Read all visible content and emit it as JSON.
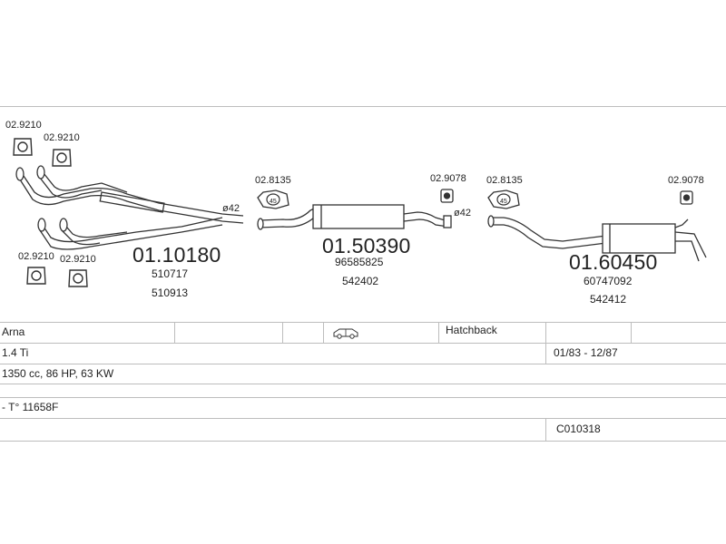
{
  "diagram": {
    "clamp_labels": {
      "c1": "02.9210",
      "c2": "02.9210",
      "c3": "02.9210",
      "c4": "02.9210",
      "c5": "02.8135",
      "c6": "02.9078",
      "c7": "02.8135",
      "c8": "02.9078"
    },
    "diameter_labels": {
      "d1": "ø42",
      "d2": "ø42"
    },
    "gasket_number": "45",
    "parts": {
      "front": {
        "number": "01.10180",
        "refs": [
          "510717",
          "510913"
        ]
      },
      "middle": {
        "number": "01.50390",
        "refs": [
          "96585825",
          "542402"
        ]
      },
      "rear": {
        "number": "01.60450",
        "refs": [
          "60747092",
          "542412"
        ]
      }
    }
  },
  "vehicle": {
    "model": "Arna",
    "body_type": "Hatchback",
    "engine": "1.4 Ti",
    "years": "01/83 - 12/87",
    "specs": "1350 cc, 86 HP, 63 KW",
    "type_code": "- T° 11658F",
    "system_code": "C010318"
  }
}
